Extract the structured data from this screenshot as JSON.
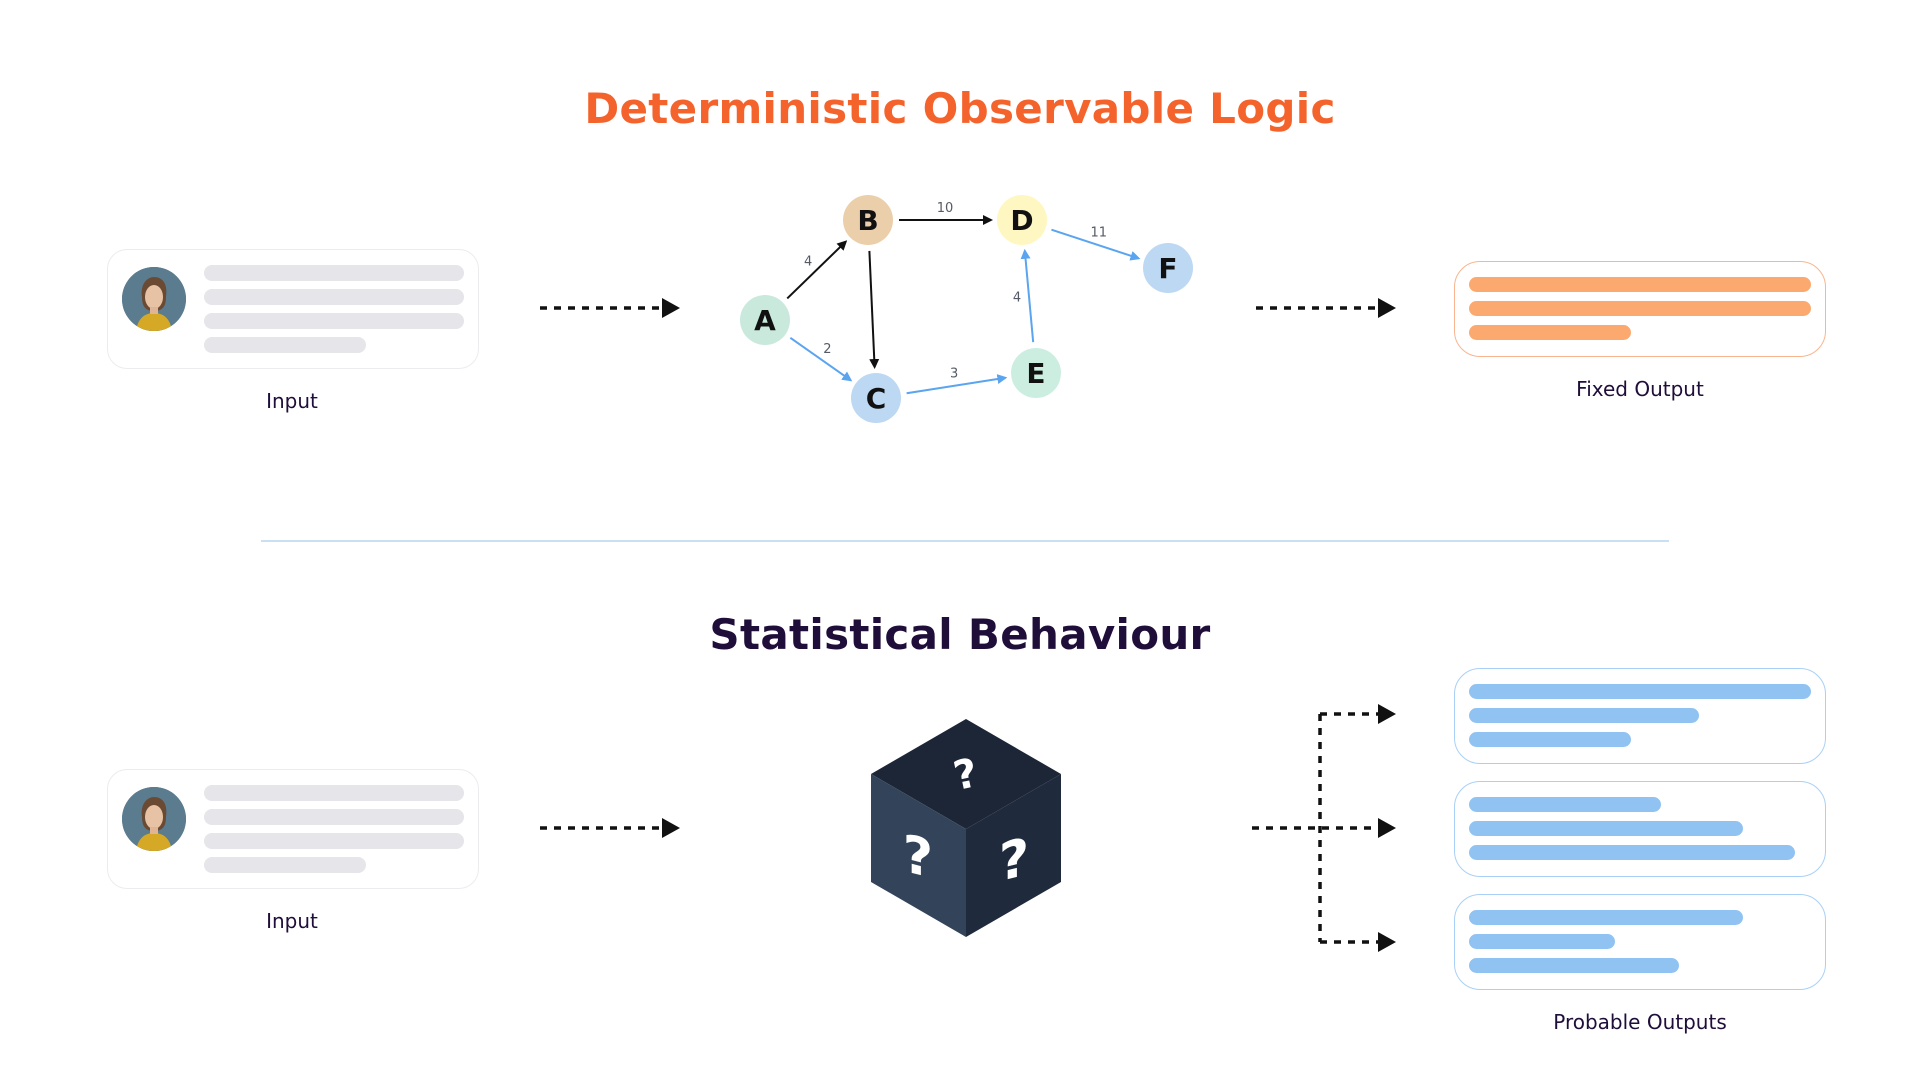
{
  "top": {
    "title": "Deterministic Observable Logic",
    "input_caption": "Input",
    "output_caption": "Fixed Output",
    "graph": {
      "nodes": [
        {
          "id": "A",
          "label": "A",
          "color": "#c9e9dc"
        },
        {
          "id": "B",
          "label": "B",
          "color": "#ebcfab"
        },
        {
          "id": "C",
          "label": "C",
          "color": "#bcd8f2"
        },
        {
          "id": "D",
          "label": "D",
          "color": "#fff7c2"
        },
        {
          "id": "E",
          "label": "E",
          "color": "#cceee0"
        },
        {
          "id": "F",
          "label": "F",
          "color": "#bcd8f2"
        }
      ],
      "edges": [
        {
          "from": "A",
          "to": "B",
          "weight": "4",
          "color": "#111111"
        },
        {
          "from": "A",
          "to": "C",
          "weight": "2",
          "color": "#5aa4f0"
        },
        {
          "from": "B",
          "to": "D",
          "weight": "10",
          "color": "#111111"
        },
        {
          "from": "B",
          "to": "C",
          "weight": "",
          "color": "#111111"
        },
        {
          "from": "C",
          "to": "E",
          "weight": "3",
          "color": "#5aa4f0"
        },
        {
          "from": "E",
          "to": "D",
          "weight": "4",
          "color": "#5aa4f0"
        },
        {
          "from": "D",
          "to": "F",
          "weight": "11",
          "color": "#5aa4f0"
        }
      ]
    }
  },
  "bottom": {
    "title": "Statistical Behaviour",
    "input_caption": "Input",
    "output_caption": "Probable Outputs",
    "cube_glyph": "?"
  },
  "colors": {
    "accent_orange": "#f4632c",
    "heading_dark": "#1f0d3a",
    "output_orange": "#fba96f",
    "output_blue": "#90c3f2",
    "cube_dark": "#1f2b3d"
  },
  "icons": [
    "avatar-icon",
    "arrow-right-icon",
    "mystery-cube-icon",
    "branch-arrows-icon"
  ]
}
